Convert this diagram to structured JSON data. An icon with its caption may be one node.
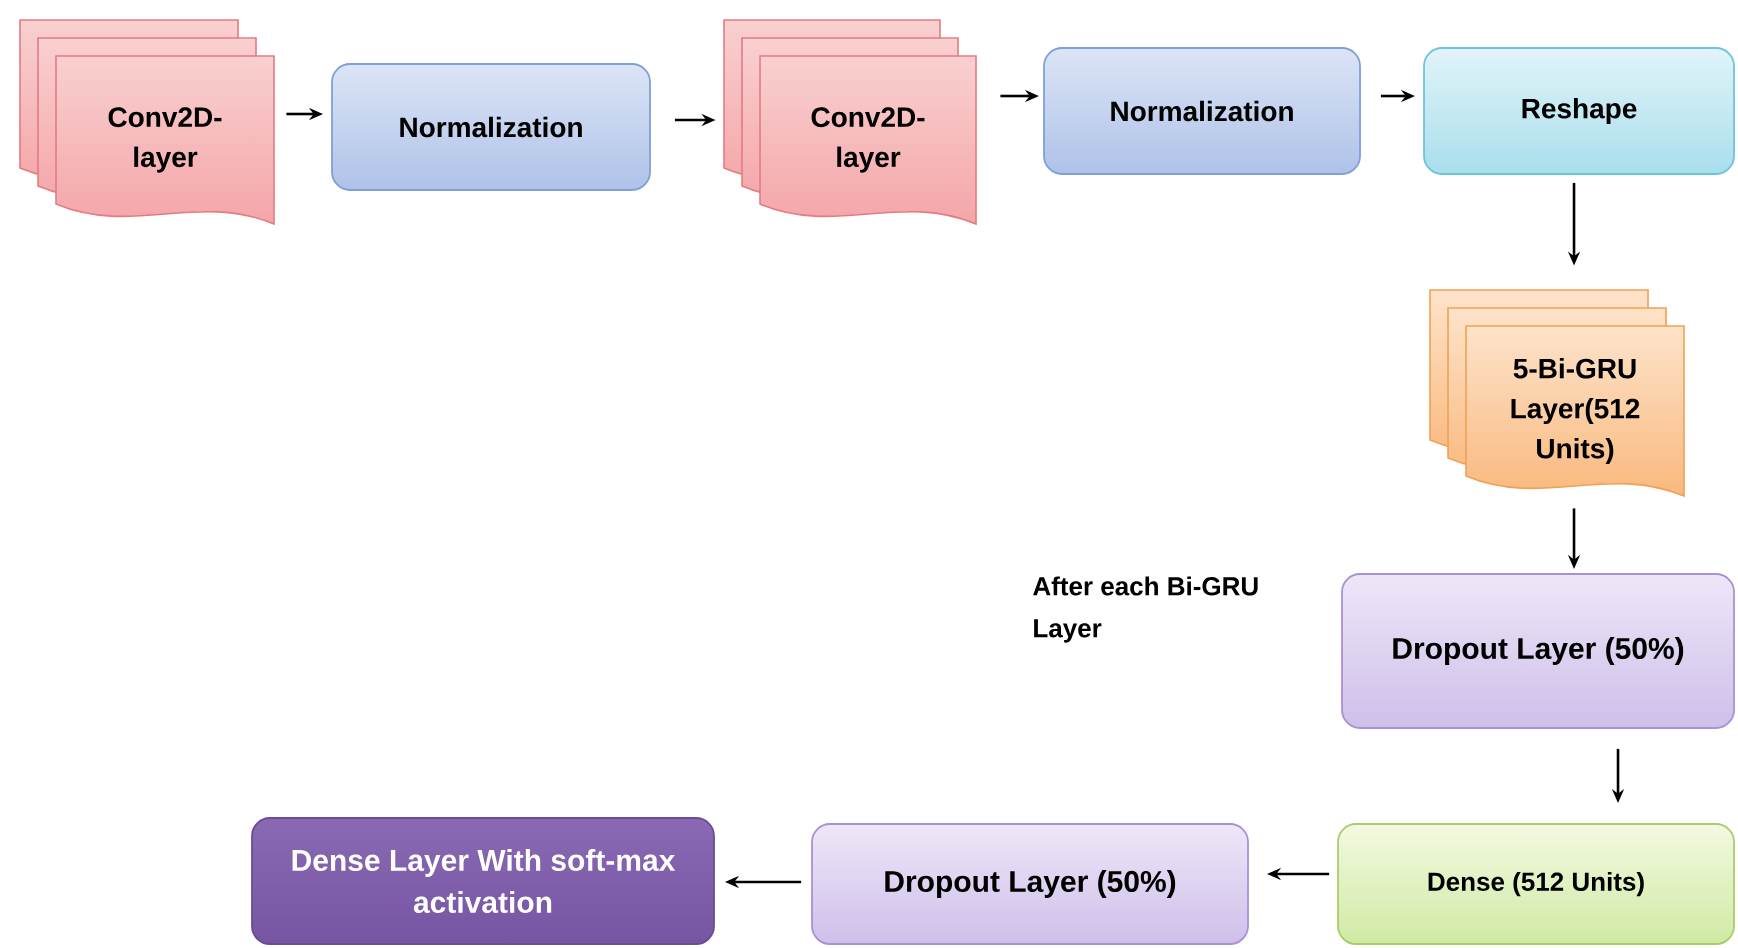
{
  "diagram": {
    "nodes": [
      {
        "text": [
          "Conv2D-layer"
        ]
      },
      {
        "text": [
          "Normalization"
        ]
      },
      {
        "text": [
          "Conv2D-layer"
        ]
      },
      {
        "text": [
          "Normalization"
        ]
      },
      {
        "text": [
          "Reshape"
        ]
      },
      {
        "text": [
          "5-Bi-GRU Layer(512 Units)"
        ]
      },
      {
        "text": [
          "Dropout Layer (50%)"
        ],
        "beside": [
          "After each Bi-GRU Layer"
        ]
      },
      {
        "text": [
          "Dense (512 Units)"
        ]
      },
      {
        "text": [
          "Dropout Layer (50%)"
        ]
      },
      {
        "text": [
          "Dense Layer With soft-max activation"
        ]
      }
    ],
    "edges": [
      {
        "from": 0,
        "to": 1,
        "arrow": "to"
      },
      {
        "from": 1,
        "to": 2,
        "arrow": "to"
      },
      {
        "from": 2,
        "to": 3,
        "arrow": "to"
      },
      {
        "from": 3,
        "to": 4,
        "arrow": "to"
      },
      {
        "from": 4,
        "to": 5,
        "arrow": "to"
      },
      {
        "from": 5,
        "to": 6,
        "arrow": "to"
      },
      {
        "from": 6,
        "to": 7,
        "arrow": "to"
      },
      {
        "from": 7,
        "to": 8,
        "arrow": "to"
      },
      {
        "from": 8,
        "to": 9,
        "arrow": "to"
      }
    ]
  }
}
